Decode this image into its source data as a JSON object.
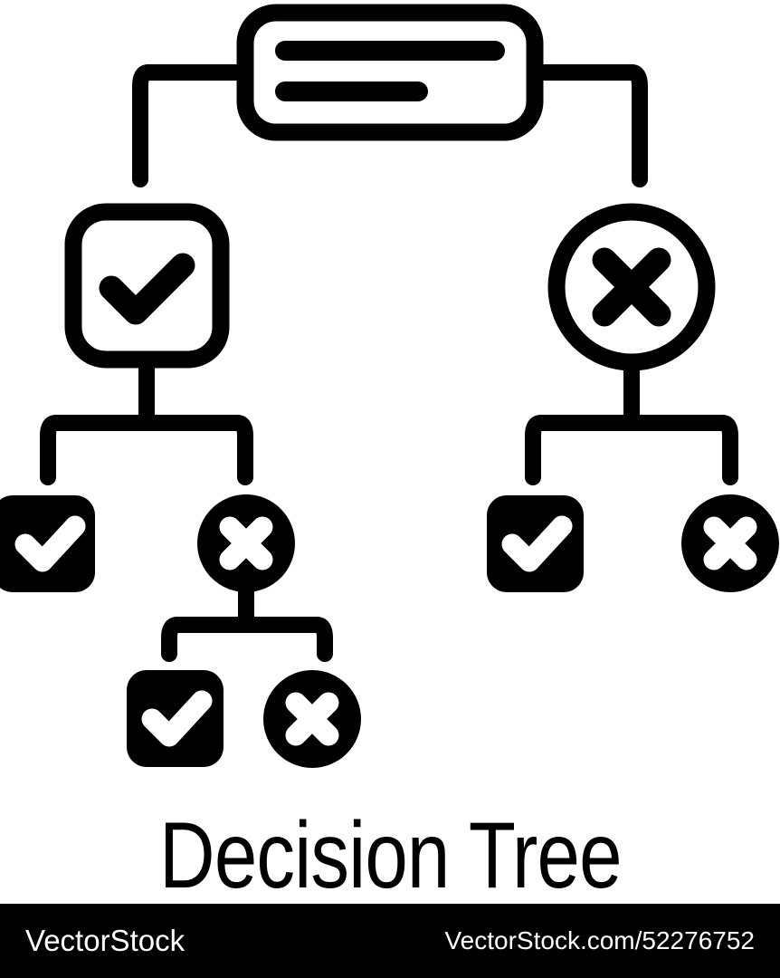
{
  "page": {
    "title": "Decision Tree",
    "background_color": "#ffffff",
    "ink_color": "#000000"
  },
  "icon": {
    "name": "decision-tree-icon",
    "stroke_color": "#000000",
    "fill_color": "#000000",
    "glyph_color": "#ffffff",
    "nodes": [
      {
        "id": "root",
        "name": "root-document-node",
        "shape": "rounded-rectangle-outline",
        "glyph": "two-text-lines",
        "row": 1
      },
      {
        "id": "l1-yes",
        "name": "level1-approved-node",
        "shape": "rounded-square-outline",
        "glyph": "check-icon",
        "row": 2
      },
      {
        "id": "l1-no",
        "name": "level1-rejected-node",
        "shape": "circle-outline",
        "glyph": "cross-icon",
        "row": 2
      },
      {
        "id": "l2a-yes",
        "name": "level2-left-approved-node",
        "shape": "rounded-square-filled",
        "glyph": "check-icon",
        "row": 3
      },
      {
        "id": "l2a-no",
        "name": "level2-left-rejected-node",
        "shape": "circle-filled",
        "glyph": "cross-icon",
        "row": 3
      },
      {
        "id": "l2b-yes",
        "name": "level2-right-approved-node",
        "shape": "rounded-square-filled",
        "glyph": "check-icon",
        "row": 3
      },
      {
        "id": "l2b-no",
        "name": "level2-right-rejected-node",
        "shape": "circle-filled",
        "glyph": "cross-icon",
        "row": 3
      },
      {
        "id": "l3-yes",
        "name": "level3-approved-node",
        "shape": "rounded-square-filled",
        "glyph": "check-icon",
        "row": 4
      },
      {
        "id": "l3-no",
        "name": "level3-rejected-node",
        "shape": "circle-filled",
        "glyph": "cross-icon",
        "row": 4
      }
    ],
    "connectors": [
      {
        "name": "root-branch-connector",
        "from": "root",
        "to": [
          "l1-yes",
          "l1-no"
        ]
      },
      {
        "name": "level1-left-branch-connector",
        "from": "l1-yes",
        "to": [
          "l2a-yes",
          "l2a-no"
        ]
      },
      {
        "name": "level1-right-branch-connector",
        "from": "l1-no",
        "to": [
          "l2b-yes",
          "l2b-no"
        ]
      },
      {
        "name": "level2-branch-connector",
        "from": "l2a-no",
        "to": [
          "l3-yes",
          "l3-no"
        ]
      }
    ]
  },
  "footer": {
    "brand": "VectorStock",
    "url": "VectorStock.com/52276752",
    "background_color": "#000000",
    "text_color": "#ffffff"
  }
}
